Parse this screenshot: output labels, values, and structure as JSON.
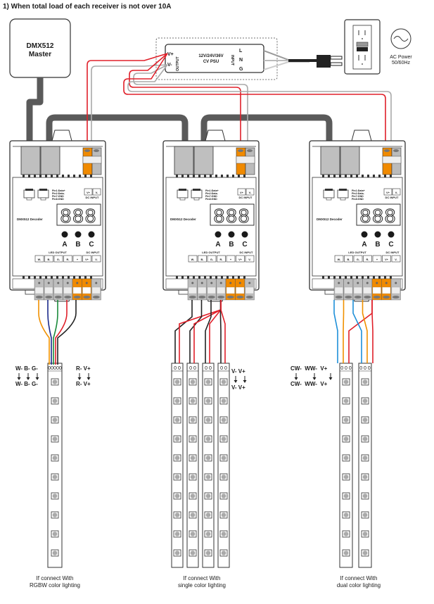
{
  "heading": "1) When total load of each receiver is not over 10A",
  "master": {
    "line1": "DMX512",
    "line2": "Master"
  },
  "psu": {
    "line1": "12V/24V/36V",
    "line2": "CV PSU",
    "output_label": "OUTPUT",
    "input_label": "INPUT",
    "out_terminals": [
      "V+",
      "V-"
    ],
    "in_terminals": [
      "L",
      "N",
      "G"
    ]
  },
  "ac_power": {
    "line1": "AC Power",
    "line2": "50/60Hz"
  },
  "decoder": {
    "name": "DMX512 Decoder",
    "display": "888",
    "buttons": [
      "A",
      "B",
      "C"
    ],
    "pin_labels": [
      "Pin1:Data+",
      "Pin2:Data-",
      "Pin7:GND",
      "Pin8:GND"
    ],
    "dc_input_label": "DC INPUT",
    "dc_input_terms": [
      "V+",
      "V-"
    ],
    "led_output_label": "LED OUTPUT",
    "bottom_terms": [
      "W-",
      "B-",
      "G-",
      "R-",
      "+",
      "V+",
      "V-"
    ]
  },
  "colors": {
    "red": "#e0202a",
    "gray": "#a0a0a0",
    "cable": "#555555",
    "orange": "#f08a00",
    "blue": "#1e8fd8",
    "green": "#1a8a3a",
    "navy": "#1b2a8a",
    "amber": "#f09000"
  },
  "groups": [
    {
      "caption1": "If connect With",
      "caption2": "RGBW color lighting",
      "left_top": "W- B- G-",
      "left_bottom": "W- B- G-",
      "right_top": "R- V+",
      "right_bottom": "R- V+",
      "strip_pads": "00000"
    },
    {
      "caption1": "If connect With",
      "caption2": "single color lighting",
      "right_top": "V- V+",
      "right_bottom": "V- V+",
      "strip_pads": "0 0"
    },
    {
      "caption1": "If connect With",
      "caption2": "dual color lighting",
      "left_top": "CW-  WW-  V+",
      "left_bottom": "CW-  WW-  V+",
      "strip_pads": "0 0 0"
    }
  ]
}
